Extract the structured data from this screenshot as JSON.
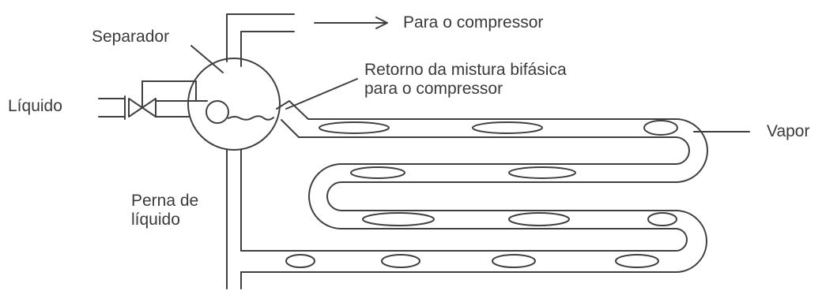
{
  "labels": {
    "compressor": "Para o compressor",
    "separator": "Separador",
    "return_line1": "Retorno da mistura bifásica",
    "return_line2": "para o compressor",
    "liquid": "Líquido",
    "vapor": "Vapor",
    "leg_line1": "Perna de",
    "leg_line2": "líquido"
  },
  "colors": {
    "line": "#3f3f3f",
    "text": "#3a3a3a",
    "background": "#ffffff"
  }
}
